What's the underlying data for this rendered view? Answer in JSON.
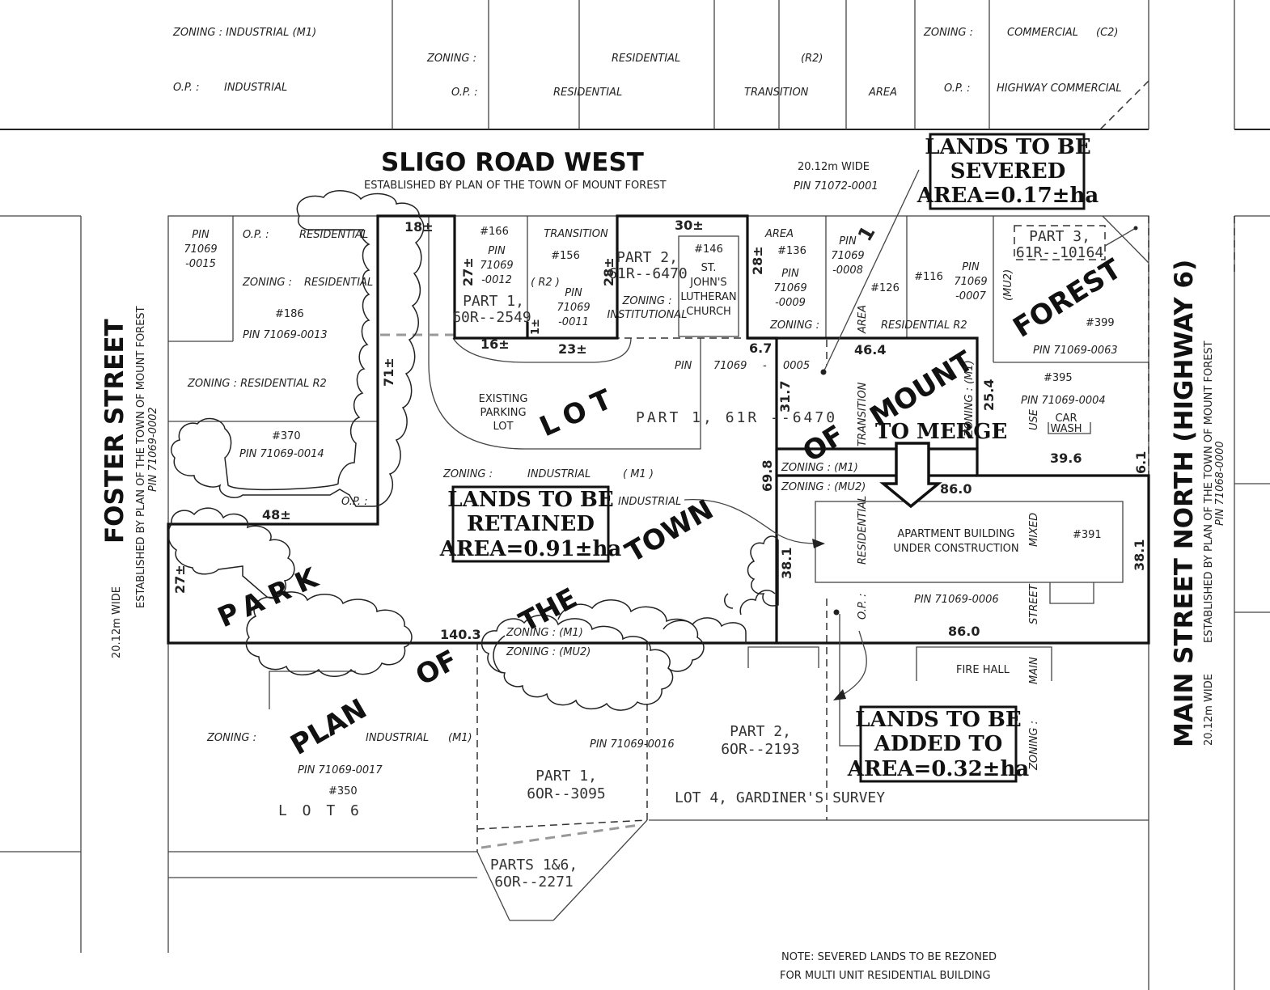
{
  "zoning_banner": {
    "z1": "ZONING : INDUSTRIAL (M1)",
    "op1_label": "O.P. :",
    "op1_value": "INDUSTRIAL",
    "z2_label": "ZONING :",
    "z2_value": "RESIDENTIAL",
    "z2_code": "(R2)",
    "op2_label": "O.P. :",
    "op2_a": "RESIDENTIAL",
    "op2_b": "TRANSITION",
    "op2_c": "AREA",
    "z3_label": "ZONING :",
    "z3_value": "COMMERCIAL",
    "z3_code": "(C2)",
    "op3_label": "O.P. :",
    "op3_value": "HIGHWAY COMMERCIAL"
  },
  "streets": {
    "north": "SLIGO ROAD WEST",
    "north_note": "ESTABLISHED BY PLAN OF THE TOWN OF MOUNT FOREST",
    "north_width": "20.12m WIDE",
    "north_pin": "PIN 71072-0001",
    "west": "FOSTER STREET",
    "west_note": "ESTABLISHED BY PLAN OF THE TOWN OF MOUNT FOREST",
    "west_pin": "PIN 71069-0002",
    "west_width": "20.12m WIDE",
    "east": "MAIN STREET NORTH (HIGHWAY 6)",
    "east_note": "ESTABLISHED BY PLAN OF THE TOWN OF MOUNT FOREST",
    "east_pin": "PIN 71068-0000",
    "east_width": "20.12m WIDE"
  },
  "callouts": {
    "severed": [
      "LANDS TO BE",
      "SEVERED",
      "AREA=0.17±ha"
    ],
    "retained": [
      "LANDS TO BE",
      "RETAINED",
      "AREA=0.91±ha"
    ],
    "added": [
      "LANDS TO BE",
      "ADDED TO",
      "AREA=0.32±ha"
    ],
    "to_merge": "TO MERGE",
    "callout_number": "1"
  },
  "plan_words": {
    "park": "PARK",
    "lot": "LOT",
    "town": "TOWN",
    "the": "THE",
    "of1": "OF",
    "mount": "MOUNT",
    "forest": "FOREST",
    "of2": "OF",
    "plan": "PLAN"
  },
  "dimensions": {
    "d18": "18±",
    "d30": "30±",
    "d27a": "27±",
    "d28a": "28±",
    "d28b": "28±",
    "d16": "16±",
    "d23": "23±",
    "d1": "1±",
    "d71": "71±",
    "d48": "48±",
    "d27b": "27±",
    "d1403": "140.3",
    "d67": "6.7",
    "d464": "46.4",
    "d317": "31.7",
    "d254": "25.4",
    "d698": "69.8",
    "d396": "39.6",
    "d61": "6.1",
    "d860a": "86.0",
    "d381a": "38.1",
    "d381b": "38.1",
    "d860b": "86.0"
  },
  "parcels": {
    "p0015": [
      "PIN",
      "71069",
      "-0015"
    ],
    "op_res": "O.P. :",
    "op_res_v": "RESIDENTIAL",
    "zoning_res": "ZONING :",
    "zoning_res_v": "RESIDENTIAL",
    "n186": "#186",
    "pin0013": "PIN 71069-0013",
    "zoning_r2": "ZONING : RESIDENTIAL R2",
    "n370": "#370",
    "pin0014": "PIN 71069-0014",
    "op_small": "O.P. :",
    "n166": "#166",
    "p0012": [
      "PIN",
      "71069",
      "-0012"
    ],
    "part1_2549": [
      "PART 1,",
      "60R--2549"
    ],
    "transition": "TRANSITION",
    "n156": "#156",
    "r2": "( R2 )",
    "p0011": [
      "PIN",
      "71069",
      "-0011"
    ],
    "part2_6470": [
      "PART 2,",
      "61R--6470"
    ],
    "zoning_inst": [
      "ZONING :",
      "INSTITUTIONAL"
    ],
    "n146": "#146",
    "church": [
      "ST.",
      "JOHN'S",
      "LUTHERAN",
      "CHURCH"
    ],
    "area": "AREA",
    "n136": "#136",
    "p0009": [
      "PIN",
      "71069",
      "-0009"
    ],
    "zoning_c": "ZONING :",
    "p0008": [
      "PIN",
      "71069",
      "-0008"
    ],
    "area_v": "AREA",
    "n126": "#126",
    "n116": "#116",
    "p0007": [
      "PIN",
      "71069",
      "-0007"
    ],
    "res_r2": "RESIDENTIAL   R2",
    "part3": [
      "PART 3,",
      "61R--10164"
    ],
    "mu2_v": "(MU2)",
    "n399": "#399",
    "pin0063": "PIN 71069-0063",
    "pin0005": [
      "PIN",
      "71069",
      "-",
      "0005"
    ],
    "existing_parking": [
      "EXISTING",
      "PARKING",
      "LOT"
    ],
    "part1_6470": "PART 1, 61R --6470",
    "transition_v": "TRANSITION",
    "zoning_m1_v": "ZONING : (M1)",
    "n395": "#395",
    "pin0004": "PIN 71069-0004",
    "use_v": "USE",
    "car_wash": [
      "CAR",
      "WASH"
    ],
    "zoning_ind": "ZONING :",
    "industrial": "INDUSTRIAL",
    "m1": "( M1 )",
    "industrial2": "INDUSTRIAL",
    "zoning_m1_a": "ZONING : (M1)",
    "zoning_mu2_a": "ZONING : (MU2)",
    "residential_v": "RESIDENTIAL",
    "apartment": [
      "APARTMENT BUILDING",
      "UNDER CONSTRUCTION"
    ],
    "mixed_v": "MIXED",
    "n391": "#391",
    "pin0006": "PIN 71069-0006",
    "op_v": "O.P. :",
    "street_v": "STREET",
    "zoning_m1_b": "ZONING : (M1)",
    "zoning_mu2_b": "ZONING : (MU2)",
    "fire_hall": "FIRE HALL",
    "main_v": "MAIN",
    "zoning_ind2": "ZONING :",
    "industrial3": "INDUSTRIAL",
    "m1b": "(M1)",
    "pin0017": "PIN 71069-0017",
    "n350": "#350",
    "lot6": "L O T     6",
    "pin0016": "PIN 71069-0016",
    "part2_2193": [
      "PART 2,",
      "6OR--2193"
    ],
    "part1_3095": [
      "PART 1,",
      "6OR--3095"
    ],
    "lot4": "LOT  4,  GARDINER'S  SURVEY",
    "zoning_v2": "ZONING :",
    "parts16": [
      "PARTS 1&6,",
      "6OR--2271"
    ]
  },
  "note": [
    "NOTE: SEVERED LANDS TO BE REZONED",
    "FOR MULTI UNIT RESIDENTIAL BUILDING"
  ]
}
